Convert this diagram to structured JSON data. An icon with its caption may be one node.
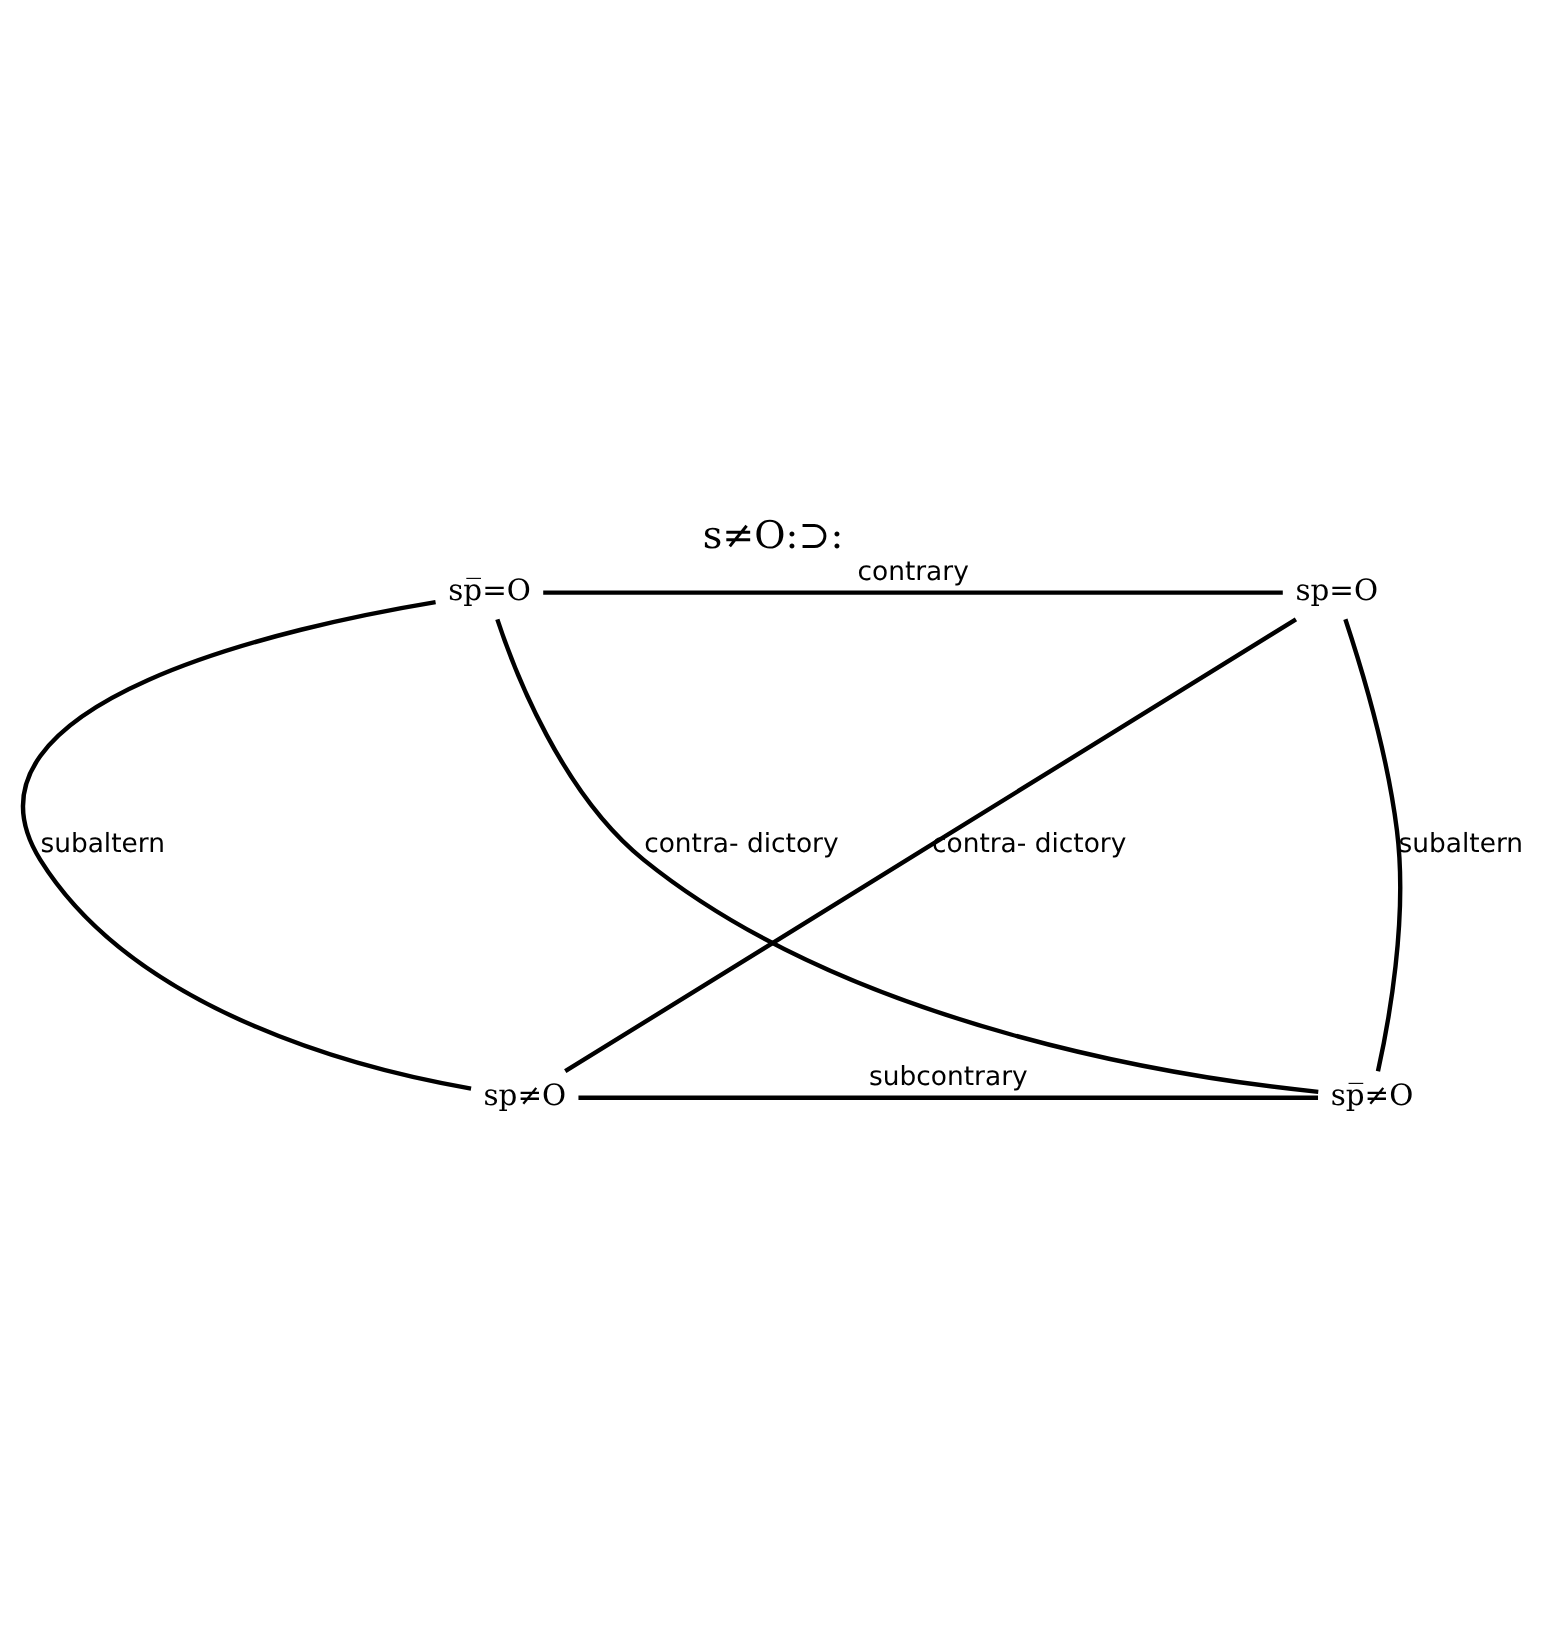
{
  "diagram": {
    "title": "s≠O:⊃:",
    "nodes": [
      {
        "text": [
          "sp̅=O"
        ]
      },
      {
        "text": [
          "sp=O"
        ]
      },
      {
        "text": [
          "sp≠O"
        ]
      },
      {
        "text": [
          "sp̅≠O"
        ]
      }
    ],
    "edges": [
      {
        "from": 0,
        "to": 1,
        "arrow": "none",
        "label": "contrary"
      },
      {
        "from": 0,
        "to": 2,
        "arrow": "none",
        "label": "subaltern"
      },
      {
        "from": 1,
        "to": 3,
        "arrow": "none",
        "label": "subaltern"
      },
      {
        "from": 0,
        "to": 3,
        "arrow": "none",
        "label": "contra- dictory"
      },
      {
        "from": 1,
        "to": 2,
        "arrow": "none",
        "label": "contra- dictory"
      },
      {
        "from": 2,
        "to": 3,
        "arrow": "none",
        "label": "subcontrary"
      }
    ]
  }
}
